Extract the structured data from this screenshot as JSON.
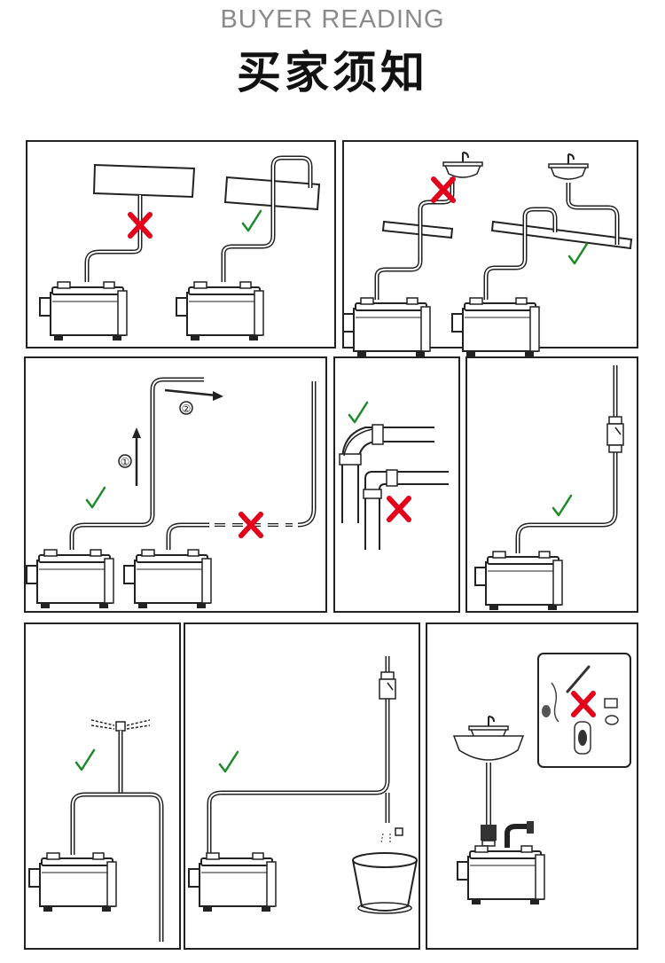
{
  "header": {
    "subtitle": "BUYER READING",
    "title": "买家须知"
  },
  "panels": [
    {
      "id": "p1",
      "meaning": "discharge-pipe-over-beam",
      "marks": [
        "wrong",
        "correct"
      ]
    },
    {
      "id": "p2",
      "meaning": "sink-riser-routing",
      "marks": [
        "wrong",
        "correct"
      ]
    },
    {
      "id": "p3",
      "meaning": "vertical-first-then-horizontal",
      "step_labels": [
        "①",
        "②"
      ],
      "marks": [
        "correct",
        "wrong"
      ]
    },
    {
      "id": "p4",
      "meaning": "elbow-connection",
      "marks": [
        "correct",
        "wrong"
      ]
    },
    {
      "id": "p5",
      "meaning": "check-valve-on-riser",
      "marks": [
        "correct"
      ]
    },
    {
      "id": "p6",
      "meaning": "vent-at-top",
      "marks": [
        "correct"
      ]
    },
    {
      "id": "p7",
      "meaning": "drain-valve-bucket",
      "marks": [
        "correct"
      ]
    },
    {
      "id": "p8",
      "meaning": "no-foreign-objects",
      "marks": [
        "wrong"
      ]
    }
  ],
  "colors": {
    "wrong": "#e2001a",
    "correct": "#1e8a2a",
    "line": "#222222"
  },
  "icons": [
    "red-x-icon",
    "green-check-icon",
    "pump-unit-icon",
    "sink-icon",
    "bucket-icon",
    "check-valve-icon"
  ]
}
